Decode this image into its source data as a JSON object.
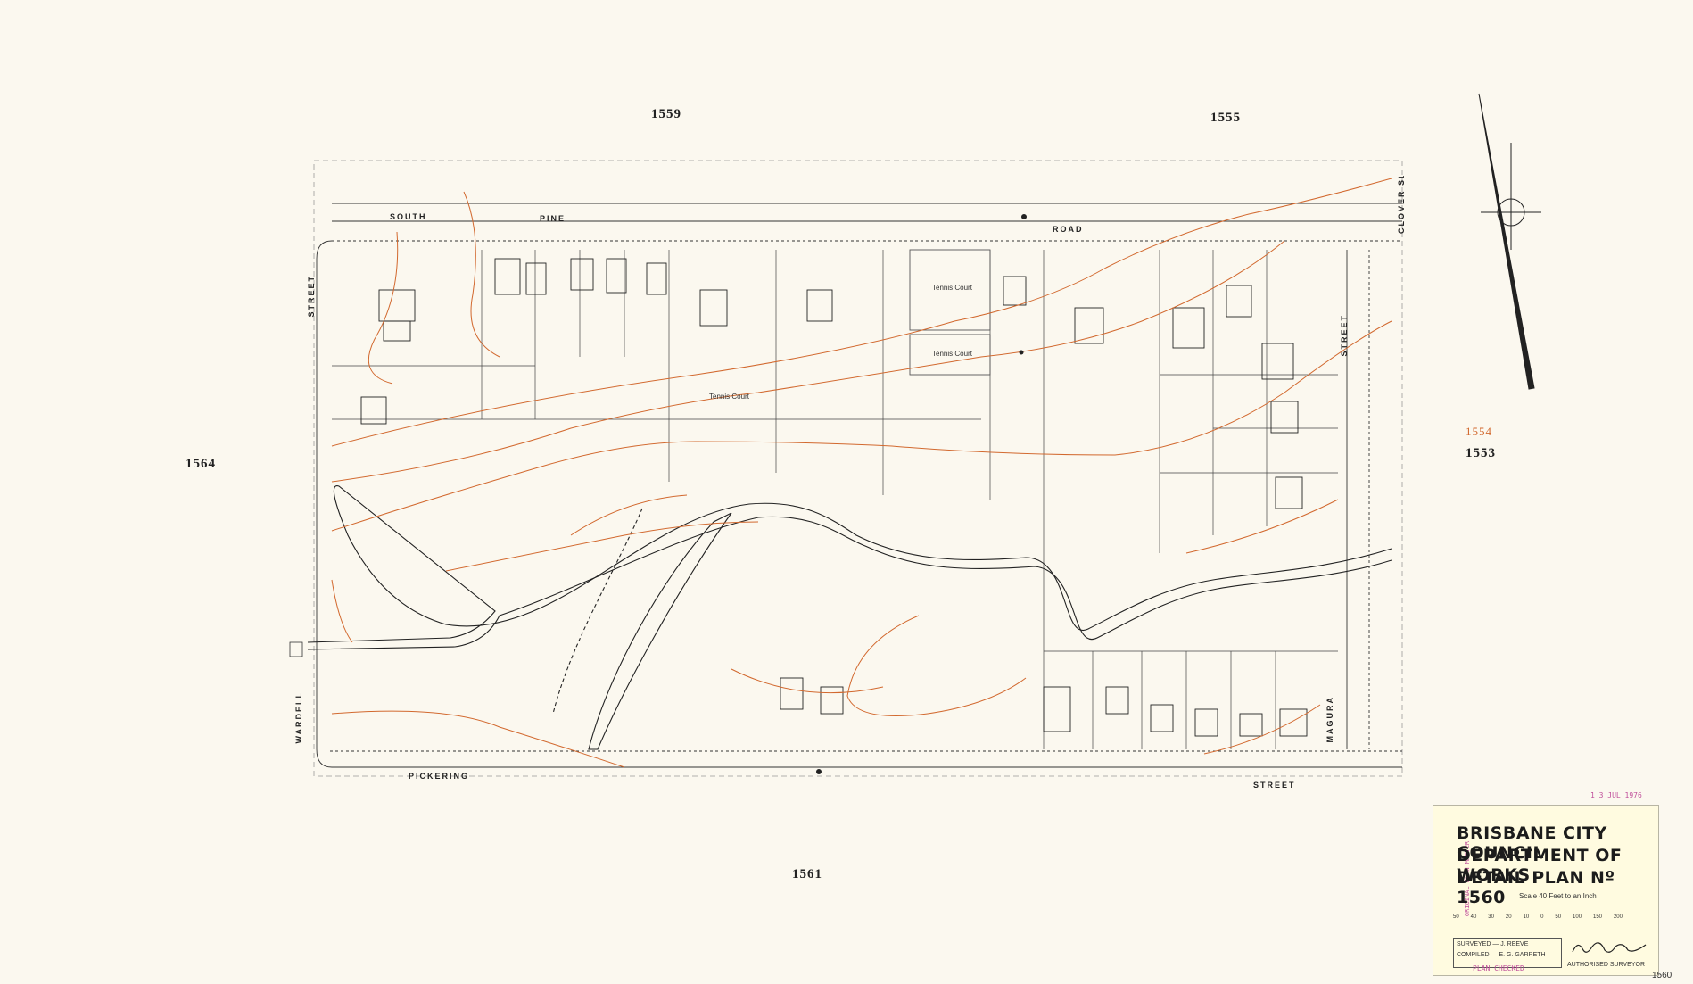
{
  "adjacent_sheets": {
    "north_west": "1559",
    "north_east": "1555",
    "west": "1564",
    "east": "1553",
    "south": "1561"
  },
  "east_sheet_pencil": "1554",
  "streets": {
    "south_pine_1": "SOUTH",
    "south_pine_2": "PINE",
    "road": "ROAD",
    "clover": "CLOVER St",
    "street_west": "STREET",
    "wardell": "WARDELL",
    "pickering": "PICKERING",
    "street_south": "STREET",
    "street_east": "STREET",
    "magura": "MAGURA"
  },
  "features": {
    "tennis_court_1": "Tennis Court",
    "tennis_court_2": "Tennis Court",
    "tennis_court_3": "Tennis Court"
  },
  "title_block": {
    "line1": "BRISBANE CITY COUNCIL",
    "line2": "DEPARTMENT OF WORKS",
    "line3": "DETAIL PLAN Nº 1560",
    "scale": "Scale 40 Feet to an Inch",
    "date_stamp": "1 3 JUL 1976",
    "surveyed": "SURVEYED — J. REEVE",
    "compiled": "COMPILED — E. G. GARRETH",
    "authorised": "AUTHORISED SURVEYOR",
    "stamp_side": "ORIGINAL PLAN MASTER",
    "stamp_bottom": "PLAN CHECKED",
    "scale_ticks": [
      "50",
      "40",
      "30",
      "20",
      "10",
      "0",
      "50",
      "100",
      "150",
      "200"
    ]
  },
  "sheet_number": "1560",
  "colors": {
    "contour": "#d2692f",
    "ink": "#1c1c1c",
    "stamp": "#c0509b",
    "paper": "#fbf8ef",
    "title_paper": "#fffbe0"
  }
}
